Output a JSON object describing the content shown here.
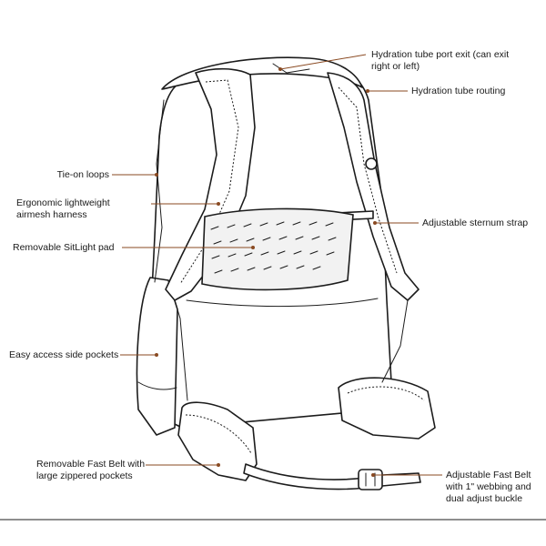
{
  "callouts": {
    "hydration_port": "Hydration tube port exit (can exit\nright or left)",
    "hydration_routing": "Hydration tube routing",
    "tie_on_loops": "Tie-on loops",
    "harness": "Ergonomic lightweight\nairmesh harness",
    "sternum_strap": "Adjustable sternum strap",
    "sitlight_pad": "Removable SitLight pad",
    "side_pockets": "Easy access side pockets",
    "fast_belt_pockets": "Removable Fast Belt with\nlarge zippered pockets",
    "fast_belt_buckle": "Adjustable Fast Belt\nwith 1\" webbing and\ndual adjust buckle"
  },
  "colors": {
    "leader": "#8a4a22",
    "ink": "#1c1c1c",
    "background": "#ffffff"
  }
}
